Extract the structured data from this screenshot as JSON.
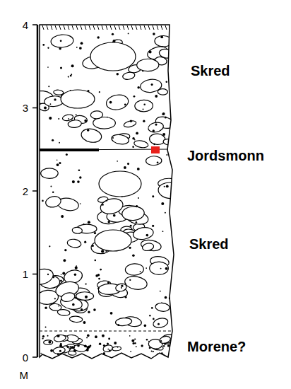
{
  "diagram": {
    "labels": [
      "4",
      "3",
      "2",
      "1",
      "0",
      "M",
      "Skred",
      "Jordsmonn",
      "Skred",
      "Morene?"
    ]
  }
}
